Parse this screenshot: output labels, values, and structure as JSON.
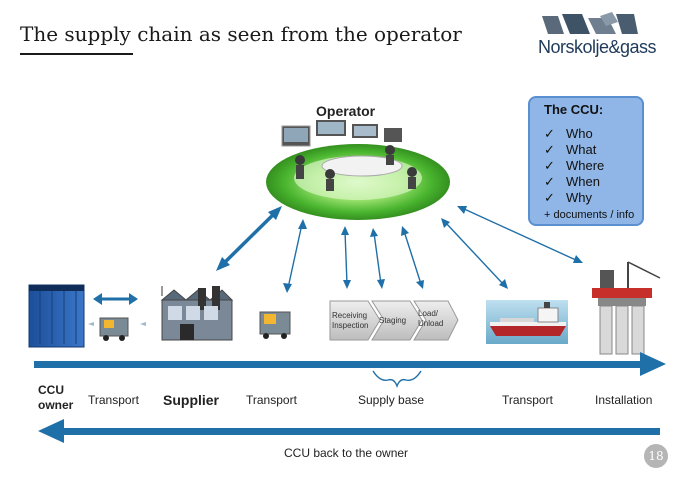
{
  "title": "The supply chain as seen from the operator",
  "logo": {
    "text": "Norskolje&gass"
  },
  "operator": {
    "label": "Operator"
  },
  "ccu_box": {
    "title": "The CCU:",
    "items": [
      {
        "check": "✓",
        "label": "Who"
      },
      {
        "check": "✓",
        "label": "What"
      },
      {
        "check": "✓",
        "label": "Where"
      },
      {
        "check": "✓",
        "label": "When"
      },
      {
        "check": "✓",
        "label": "Why"
      }
    ],
    "footer": "+ documents / info"
  },
  "chevrons": {
    "receiving": [
      "Receiving",
      "Inspection"
    ],
    "staging": "Staging",
    "load_unload": [
      "Load/",
      "Unload"
    ]
  },
  "stages": {
    "owner": [
      "CCU",
      "owner"
    ],
    "transport1": "Transport",
    "supplier": "Supplier",
    "transport2": "Transport",
    "supply_base": "Supply base",
    "transport3": "Transport",
    "installation": "Installation"
  },
  "back_label": "CCU back  to the owner",
  "page_number": "18",
  "colors": {
    "arrow_blue": "#1f6fa8",
    "ccu_box_fill": "#8fb6e6",
    "operator_glow": "#5dcf3a"
  }
}
